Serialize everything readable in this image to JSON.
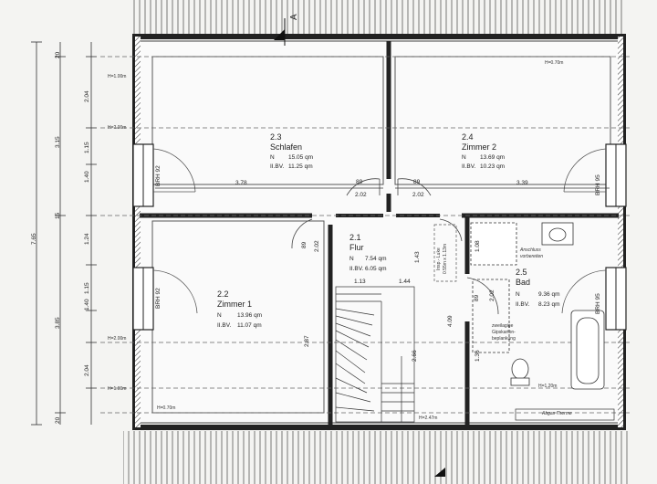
{
  "section_mark": "A",
  "rooms": {
    "schlafen": {
      "number": "2.3",
      "name": "Schlafen",
      "n_label": "N",
      "n_value": "15.05 qm",
      "w_label": "II.BV.",
      "w_value": "11.25 qm"
    },
    "zimmer2": {
      "number": "2.4",
      "name": "Zimmer 2",
      "n_label": "N",
      "n_value": "13.69 qm",
      "w_label": "II.BV.",
      "w_value": "10.23 qm"
    },
    "flur": {
      "number": "2.1",
      "name": "Flur",
      "n_label": "N",
      "n_value": "7.54 qm",
      "w_label": "II.BV.",
      "w_value": "6.05 qm"
    },
    "bad": {
      "number": "2.5",
      "name": "Bad",
      "n_label": "N",
      "n_value": "9.36 qm",
      "w_label": "II.BV.",
      "w_value": "8.23 qm"
    },
    "zimmer1": {
      "number": "2.2",
      "name": "Zimmer 1",
      "n_label": "N",
      "n_value": "13.96 qm",
      "w_label": "II.BV.",
      "w_value": "11.07 qm"
    }
  },
  "windows": {
    "brh_left_top": "BRH 92",
    "brh_left_bottom": "BRH 92",
    "brh_right_top": "BRH 95",
    "brh_right_bottom": "BRH 95"
  },
  "dims": {
    "total_height": "7.65",
    "d_top1": "2.04",
    "d_top2": "3.15",
    "d_mid1": "1.15",
    "d_mid2": "1.40",
    "d_mid3": "1.24",
    "d_mid4": "1.15",
    "d_mid5": "1.40",
    "d_low1": "3.85",
    "d_low2": "2.04",
    "d_top_small": "20",
    "d_bot_small": "20",
    "d_15": "15",
    "w_schlafen": "3.78",
    "w_zimmer2": "3.39",
    "door_89_a": "89",
    "door_89_b": "89",
    "door_202_a": "2.02",
    "door_202_b": "2.02",
    "flur_202": "2.02",
    "flur_89": "89",
    "flur_113": "1.13",
    "flur_144": "1.44",
    "flur_143": "1.43",
    "z1_287": "2.87",
    "stair_266": "2.66",
    "bad_409": "4.09",
    "bad_108": "1.08",
    "bad_136": "1.36",
    "bad_89": "89",
    "bad_202": "2.02"
  },
  "heights": {
    "h100_top": "H=1.00m",
    "h200_top": "H=2.00m",
    "h070_top": "H=0.70m",
    "h200_bot": "H=2.00m",
    "h100_bot": "H=1.00m",
    "h070_bot": "H=0.70m",
    "h247": "H=2.47m",
    "h120": "H=1.20m"
  },
  "notes": {
    "inspection": "Insp.- Luke",
    "inspection_size": "0.55m x 1.13m",
    "anschluss": "Anschluss",
    "vorbereiten": "vorbereiten",
    "zweilagige": "zweilagige",
    "gipskarton": "Gipskarton-",
    "beplankung": "beplankung",
    "therme": "Abgas Therme"
  }
}
